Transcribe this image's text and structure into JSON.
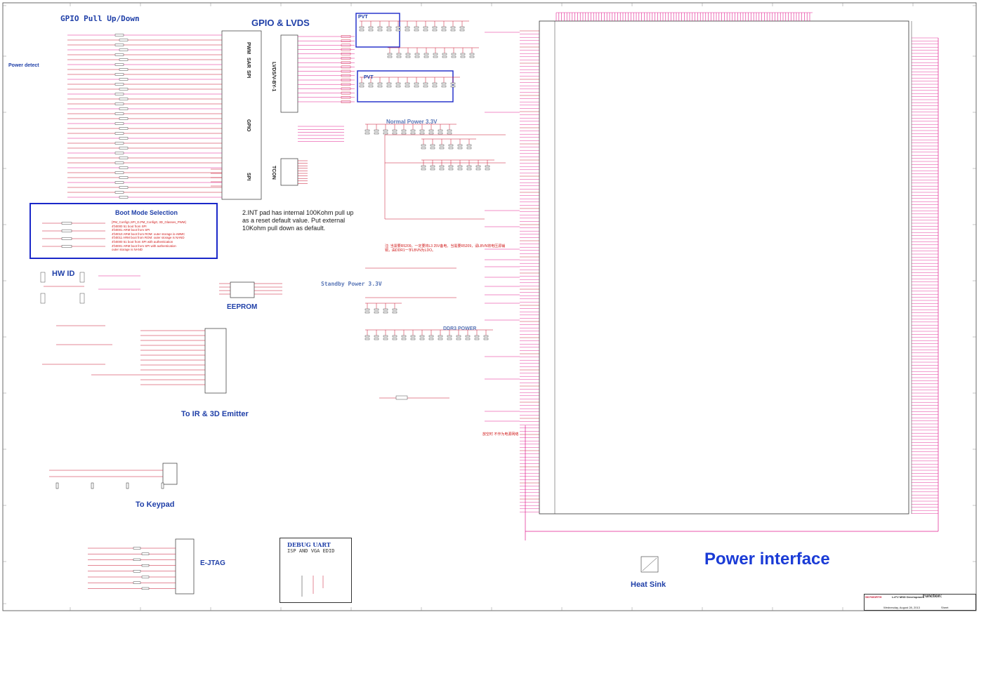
{
  "sections": {
    "gpio_pull": "GPIO Pull Up/Down",
    "gpio_lvds": "GPIO & LVDS",
    "power_detect": "Power detect",
    "boot_mode": "Boot Mode Selection",
    "hw_id": "HW ID",
    "eeprom": "EEPROM",
    "ir_emitter": "To IR & 3D Emitter",
    "keypad": "To Keypad",
    "ejtag": "E-JTAG",
    "debug_uart": "DEBUG UART",
    "debug_sub": "ISP AND VGA EDID",
    "normal_power": "Normal Power 3.3V",
    "standby_power": "Standby Power 3.3V",
    "ddr3_power": "DDR3 POWER",
    "pvt_1": "PVT",
    "pvt_2": "PVT",
    "power_interface": "Power interface",
    "heat_sink": "Heat Sink"
  },
  "ic_block_labels": {
    "pwm": "PWM",
    "sar": "SAR",
    "spi": "SPI",
    "lvds": "LVDS/V-BY-1",
    "gpio": "GPIO",
    "tcon": "TCON",
    "spi2": "SPI"
  },
  "note_int_pad": "2.INT pad has internal 100Kohm pull up as a reset default value. Put external 10Kohm pull down as default.",
  "boot_mode_lines": [
    "{PM_Config1,SPI_D,PM_Config0, 3D_Glasses_PWM}",
    "4'b0000 51 boot from SPI",
    "4'b0001 ARM boot from SPI",
    "4'b0010 ARM boot from ROM: outer storage is eMMC",
    "4'b0011 ARM boot from ROM: outer storage is NAND",
    "4'b0000 51 boot from SPI with authentication",
    "4'b0001 ARM boot from SPI with authentication",
    "outer storage is NAND"
  ],
  "power_note": "注: 当需要R5209，一定要将L3 25V备电。当需要R5209，请LBVN将电压源铺铜，由DDR1一字LBVN为LDO。",
  "power_note_2": "放空时 不作为电源网络",
  "title_block": {
    "company": "SKYWORTH",
    "project": "LeTV MSD Development",
    "function_label": "Function:",
    "date": "Wednesday, August 28, 2013",
    "sheet": "Sheet"
  },
  "colors": {
    "wire": "#c8102e",
    "pink_net": "#e11d8f",
    "ic_body": "#333333",
    "sheet_border": "#444444",
    "accent_blue": "#1a3bd6",
    "pvt_box": "#1b28c9"
  }
}
